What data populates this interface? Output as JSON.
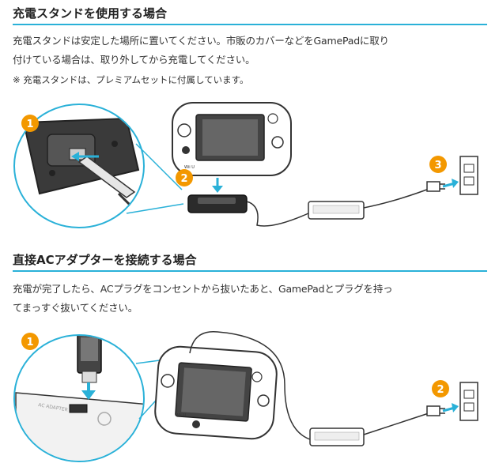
{
  "section1": {
    "heading": "充電スタンドを使用する場合",
    "line1": "充電スタンドは安定した場所に置いてください。市販のカバーなどをGamePadに取り",
    "line2": "付けている場合は、取り外してから充電してください。",
    "note": "※ 充電スタンドは、プレミアムセットに付属しています。",
    "steps": [
      "1",
      "2",
      "3"
    ]
  },
  "section2": {
    "heading": "直接ACアダプターを接続する場合",
    "line1": "充電が完了したら、ACプラグをコンセントから抜いたあと、GamePadとプラグを持っ",
    "line2": "てまっすぐ抜いてください。",
    "steps": [
      "1",
      "2"
    ]
  },
  "labels": {
    "wiiu_logo": "Wii U",
    "ac_adapter": "AC ADAPTER"
  },
  "colors": {
    "accent": "#2ab1d8",
    "badge": "#f39800"
  }
}
